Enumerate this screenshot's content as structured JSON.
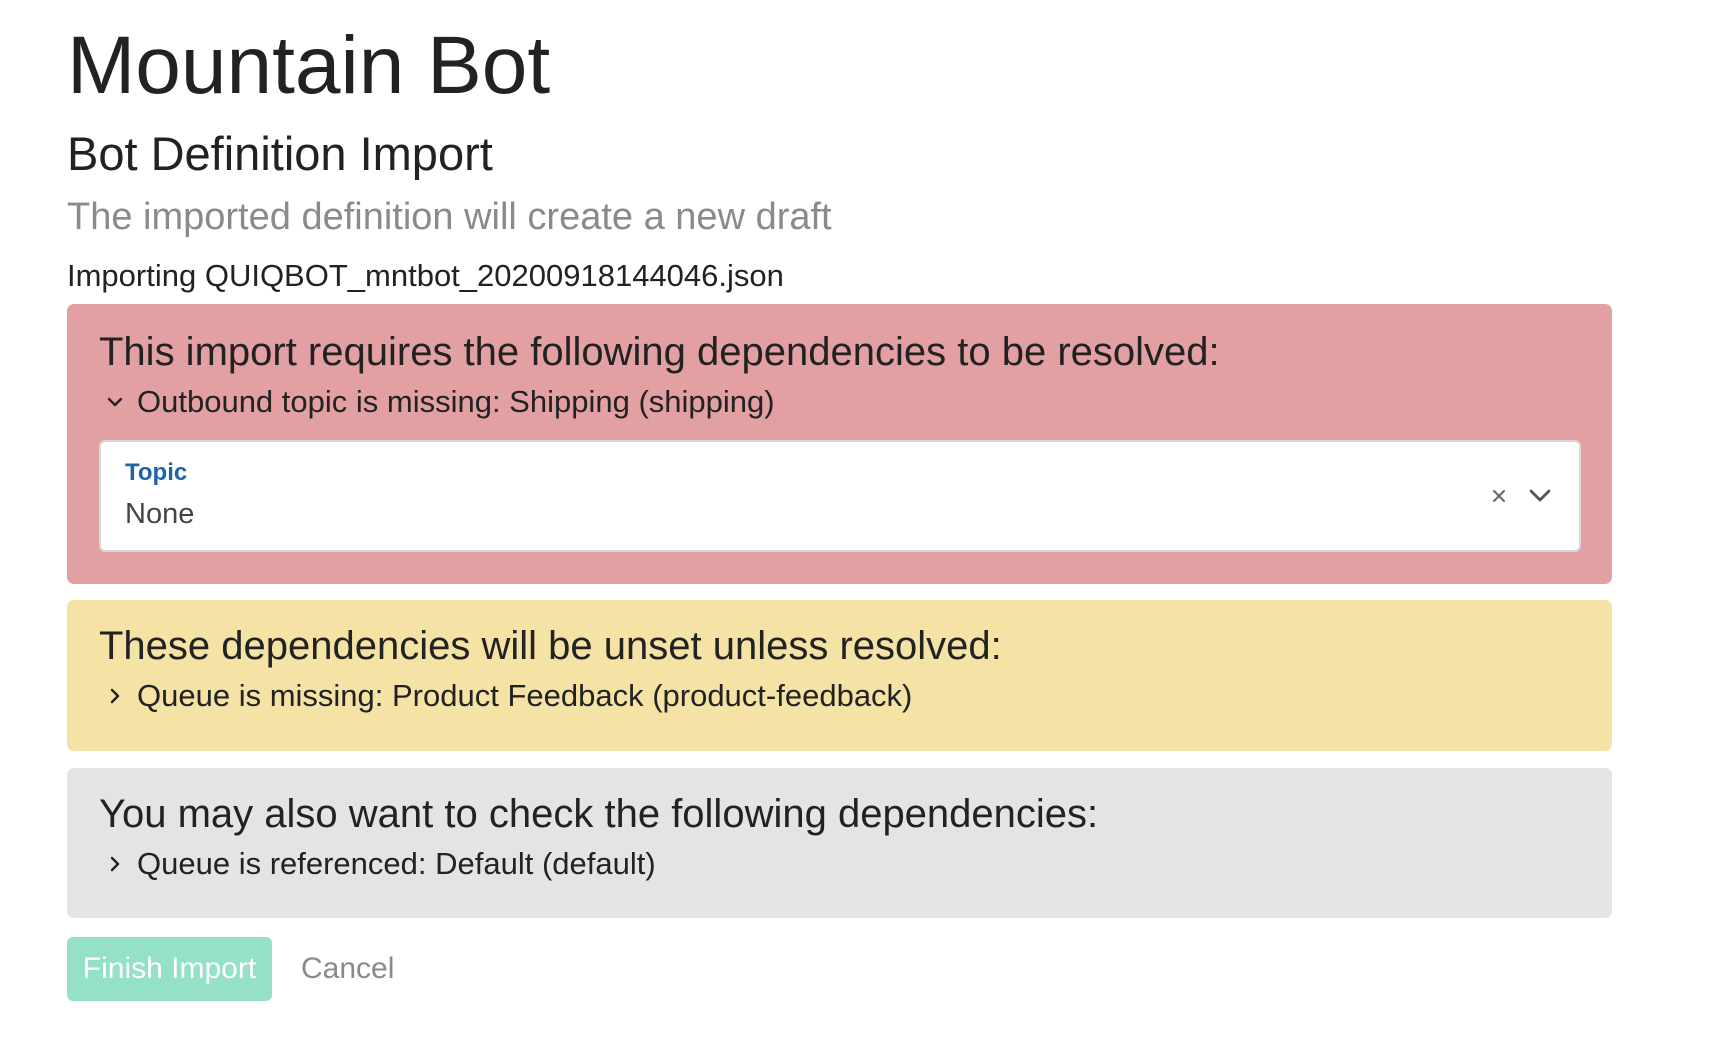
{
  "app": {
    "title": "Mountain Bot"
  },
  "import": {
    "title": "Bot Definition Import",
    "subtitle": "The imported definition will create a new draft",
    "file_text": "Importing QUIQBOT_mntbot_20200918144046.json"
  },
  "required": {
    "heading": "This import requires the following dependencies to be resolved:",
    "items": [
      {
        "label": "Outbound topic is missing: Shipping (shipping)",
        "expanded": true,
        "chevron_icon": "chevron-down-icon"
      }
    ],
    "topic_select": {
      "label": "Topic",
      "value": "None",
      "clear_icon": "close-icon",
      "dropdown_icon": "chevron-down-icon"
    },
    "color": "#e3a0a3"
  },
  "unset": {
    "heading": "These dependencies will be unset unless resolved:",
    "items": [
      {
        "label": "Queue is missing: Product Feedback (product-feedback)",
        "expanded": false,
        "chevron_icon": "chevron-right-icon"
      }
    ],
    "color": "#f5e2a5"
  },
  "check": {
    "heading": "You may also want to check the following dependencies:",
    "items": [
      {
        "label": "Queue is referenced: Default (default)",
        "expanded": false,
        "chevron_icon": "chevron-right-icon"
      }
    ],
    "color": "#e4e4e6"
  },
  "actions": {
    "finish_label": "Finish Import",
    "finish_disabled": true,
    "cancel_label": "Cancel"
  },
  "colors": {
    "label_blue": "#1f63a8",
    "muted_text": "#8a8a8a",
    "finish_button": "#94e0c8"
  }
}
